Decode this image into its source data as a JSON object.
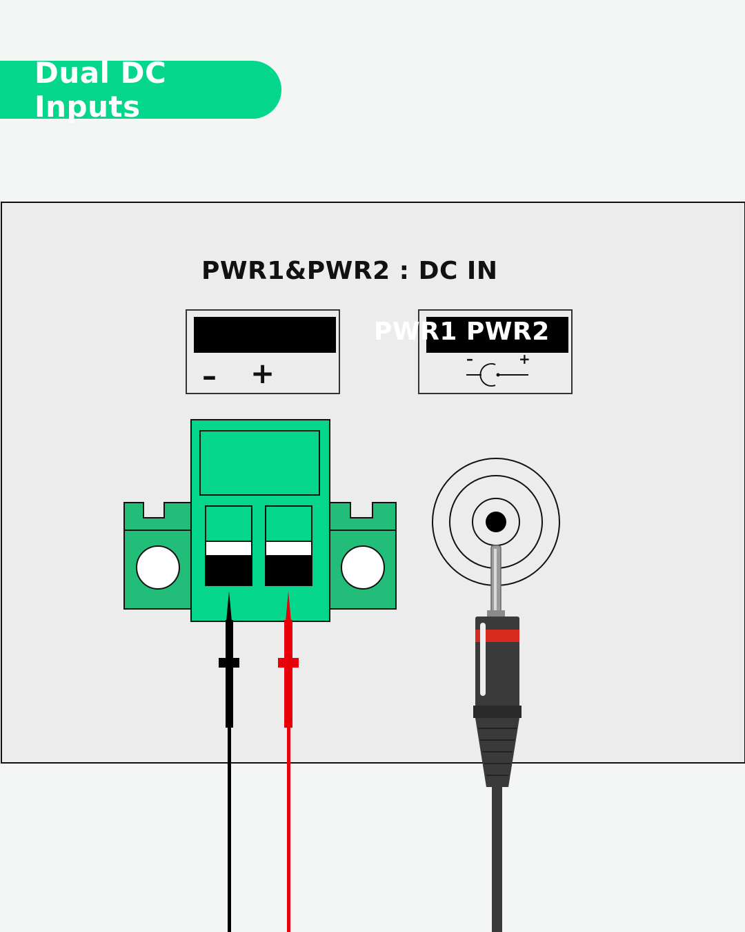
{
  "header": {
    "badge_text": "Dual DC Inputs"
  },
  "panel": {
    "title": "PWR1&PWR2 : DC IN",
    "terminal_label": {
      "minus": "–",
      "plus": "+"
    },
    "jack_label": {
      "text": "PWR1 PWR2",
      "minus": "–",
      "plus": "+"
    }
  },
  "colors": {
    "accent_green": "#04d68c",
    "connector_green": "#22bd78",
    "wire_negative": "#000000",
    "wire_positive": "#e8000b",
    "plug_band": "#d92a1f"
  },
  "icons": {
    "terminal_block": "terminal-block-icon",
    "dc_jack": "dc-barrel-jack-icon",
    "polarity": "center-positive-polarity-icon"
  }
}
